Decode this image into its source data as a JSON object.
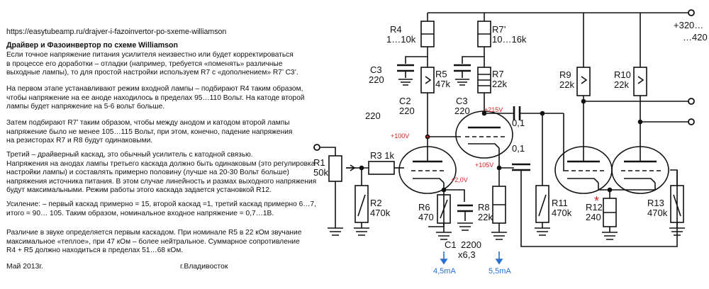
{
  "header": {
    "url": "https://easytubeamp.ru/drajver-i-fazoinvertor-po-sxeme-williamson",
    "title": "Драйвер и Фазоинвертор по схеме Williamson"
  },
  "paragraphs": [
    [
      "Если точное напряжение питания усилителя неизвестно или будет корректироваться",
      "в процессе его доработки – отладки (например, требуется «поменять» различные",
      "выходные лампы), то для простой настройки используем R7 с «дополнением» R7’ C3’."
    ],
    [
      "На первом этапе устанавливают режим входной лампы – подбирают R4 таким образом,",
      "чтобы напряжение на ее аноде находилось в пределах 95…110 Вольт. На катоде второй",
      "лампы будет напряжение на 5-6 вольт больше."
    ],
    [
      "Затем подбирают R7’ таким образом, чтобы между анодом и катодом второй лампы",
      "напряжение было не менее 105…115 Вольт, при этом, конечно, падение напряжения",
      "на резисторах R7 и R8 будут одинаковыми."
    ],
    [
      "Третий – драйверный каскад, это обычный усилитель с катодной связью.",
      "Напряжения на анодах лампы третьего каскада должно быть одинаковым (это регулировка",
      "настройки лампы) и составлять примерно половину (лучше на 20-30 Вольт больше)",
      "напряжения источника питания. В этом случае линейность и размах выходного напряжения",
      "будут максимальными. Режим работы этого каскада задается установкой R12."
    ],
    [
      "Усиление: – первый каскад примерно = 15, второй каскад =1, третий каскад примерно 6…7,",
      "итого = 90… 105. Таким образом, номинальное входное напряжение = 0,7…1В."
    ],
    [
      "Различие в звуке определяется первым каскадом. При номинале R5 в 22 кОм звучание",
      "максимальное «теплое», при 47 кОм – более нейтральное. Суммарное сопротивление",
      "R4 + R5 должно находиться в пределах 51…68 кОм."
    ]
  ],
  "footer": {
    "date": "Май 2013г.",
    "city": "г.Владивосток"
  },
  "schematic": {
    "supply": "+320…",
    "supply2": "…420",
    "R1": "R1",
    "R1v": "50k",
    "R2": "R2",
    "R2v": "470k",
    "R3": "R3 1k",
    "R4": "R4",
    "R4v": "1…10k",
    "R7p": "R7’",
    "R7pv": "10…16k",
    "C3a": "C3",
    "C3av": "220",
    "R5": "R5",
    "R5v": "47k",
    "C2": "C2",
    "C2v": "220",
    "C3b": "C3",
    "C3bv": "220",
    "R7": "R7",
    "R7v": "22k",
    "C220": "220",
    "R9": "R9",
    "R9v": "22k",
    "R10": "R10",
    "R10v": "22k",
    "Cc1": "0,1",
    "Cc2": "0,1",
    "R6": "R6",
    "R6v": "470",
    "C1": "C1",
    "C1v": "2200",
    "C1v2": "x6,3",
    "R8": "R8",
    "R8v": "22k",
    "R11": "R11",
    "R11v": "470k",
    "R12": "R12",
    "R12v": "240",
    "R13": "R13",
    "R13v": "470k",
    "v100": "+100V",
    "v215": "+215V",
    "v105": "+105V",
    "v2": "+2,0V",
    "i1": "4,5mA",
    "i2": "5,5mA",
    "star": "*"
  }
}
